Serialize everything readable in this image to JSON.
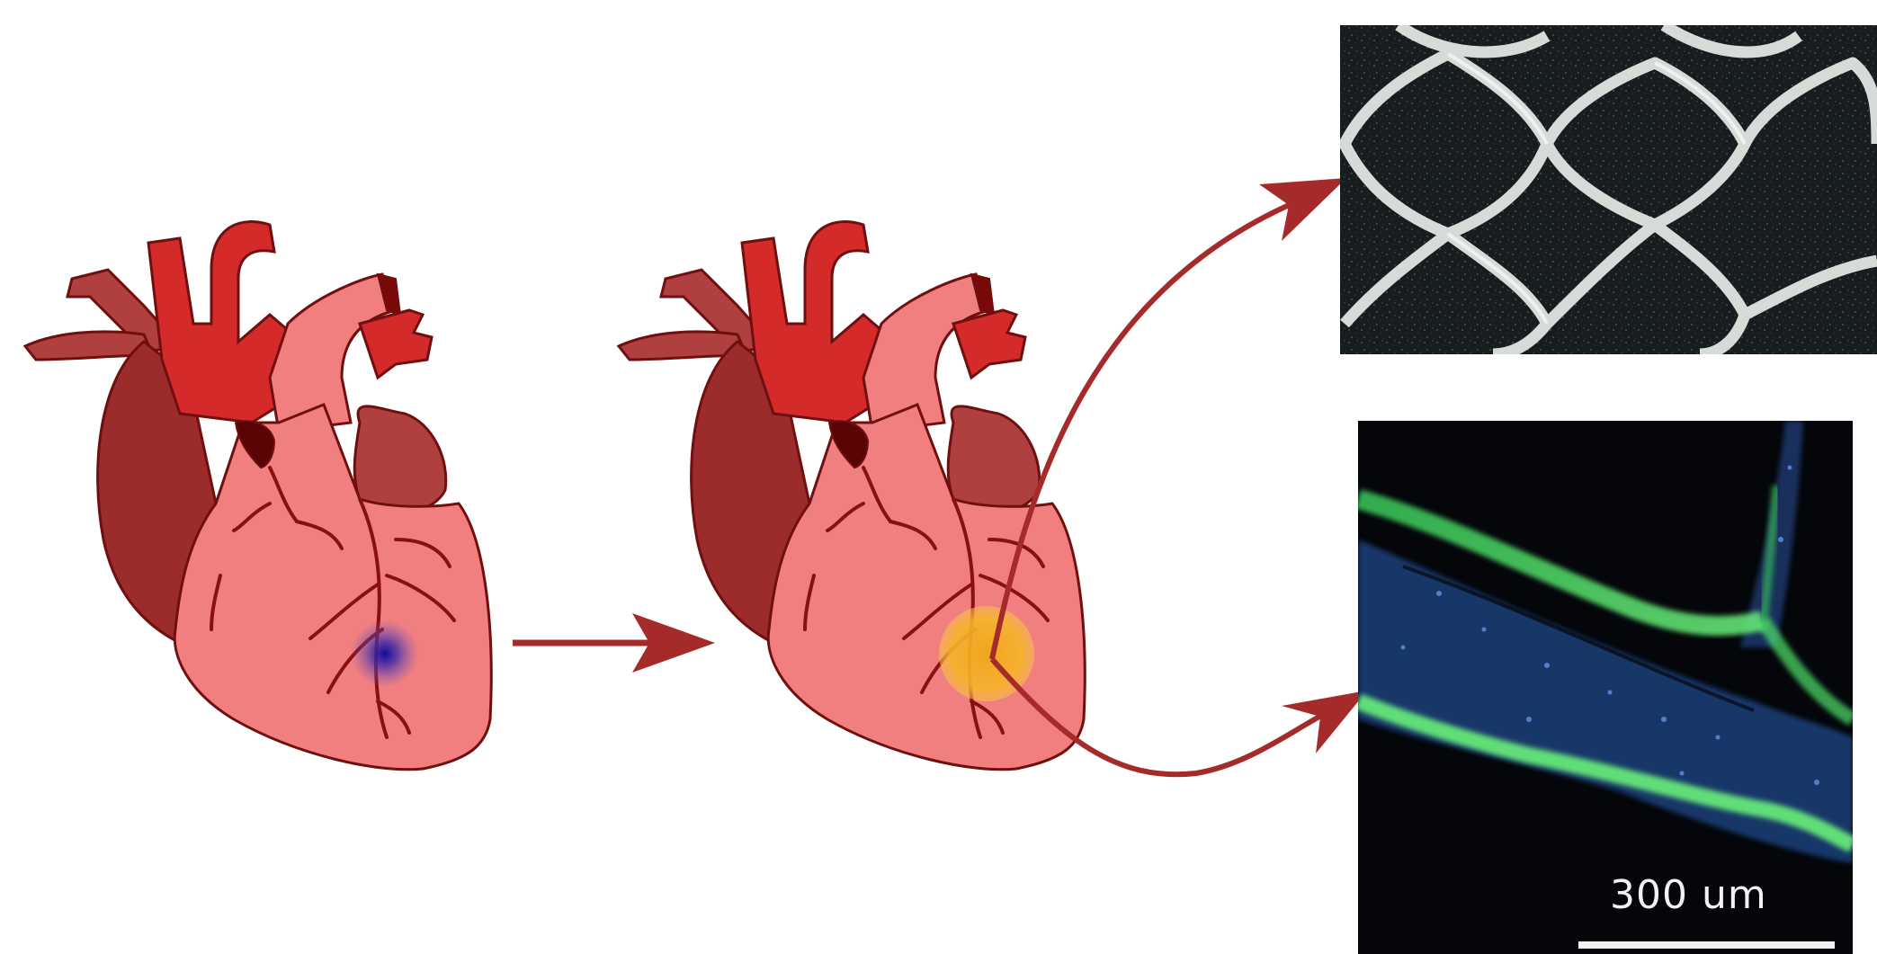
{
  "figure": {
    "panels": [
      {
        "id": "heart-injury",
        "marker": "injury-site"
      },
      {
        "id": "heart-patch",
        "marker": "implanted-patch"
      },
      {
        "id": "scaffold-photo"
      },
      {
        "id": "fluorescence-micrograph",
        "scale_bar_label": "300 um"
      }
    ],
    "colors": {
      "arrow": "#a52a2a",
      "heart_light": "#f17f7f",
      "heart_artery": "#d42a2a",
      "heart_dark": "#9c2b2b",
      "heart_outline": "#6f0f0f",
      "injury": "#1a0fa8",
      "patch": "#f5b020",
      "fluorescence_green": "#4fe36b",
      "fluorescence_blue": "#3a6fe0",
      "scaffold_bg": "#1e2428",
      "scaffold_fiber": "#e8ece8"
    }
  }
}
